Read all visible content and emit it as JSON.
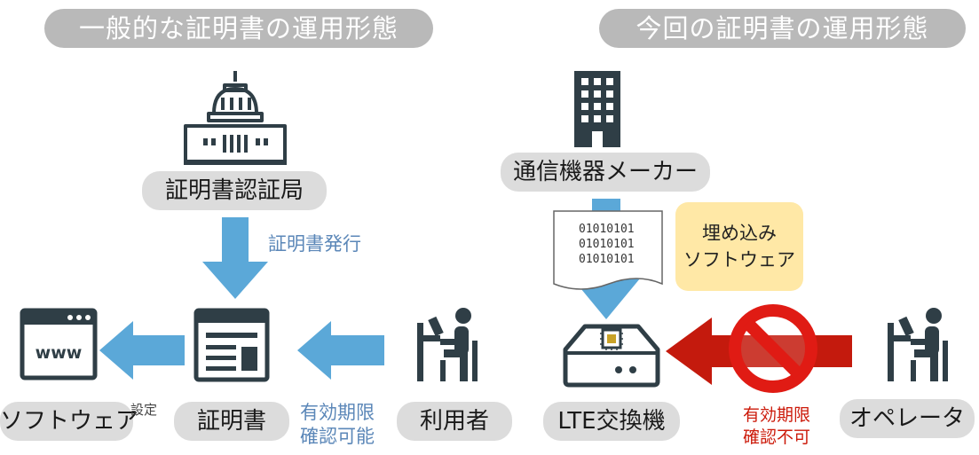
{
  "left": {
    "header": "一般的な証明書の運用形態",
    "authority_label": "証明書認証局",
    "issue_label": "証明書発行",
    "software_label": "ソフトウェア",
    "settings_label": "設定",
    "certificate_label": "証明書",
    "www_text": "www",
    "validity_check_line1": "有効期限",
    "validity_check_line2": "確認可能",
    "user_label": "利用者"
  },
  "right": {
    "header": "今回の証明書の運用形態",
    "vendor_label": "通信機器メーカー",
    "binary_lines": [
      "01010101",
      "01010101",
      "01010101"
    ],
    "embedded_line1": "埋め込み",
    "embedded_line2": "ソフトウェア",
    "device_label": "LTE交換機",
    "validity_line1": "有効期限",
    "validity_line2": "確認不可",
    "operator_label": "オペレータ"
  },
  "colors": {
    "icon_dark": "#2f3e46",
    "arrow_blue": "#5ba8d8",
    "arrow_red": "#c41a0d",
    "prohibit_red": "#e01b14",
    "pill_gray": "#dcdcdc",
    "header_gray": "#b9b9b9",
    "note_yellow": "#ffe8a6"
  }
}
